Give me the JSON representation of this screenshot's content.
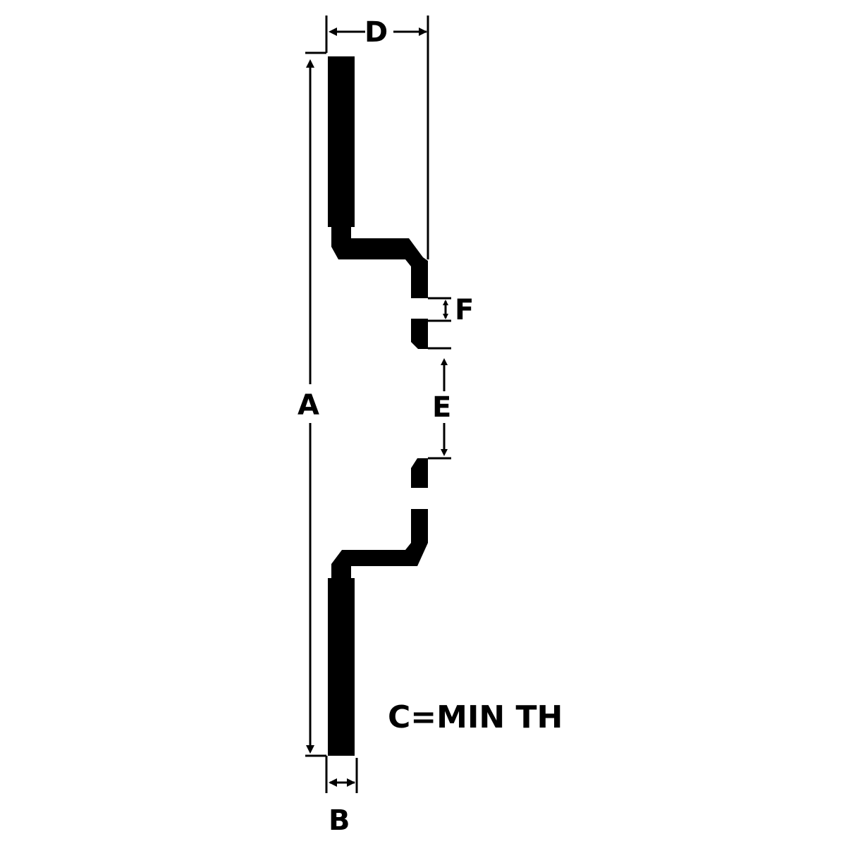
{
  "diagram": {
    "subject": "brake disc cross-section",
    "labels": {
      "a": "A",
      "b": "B",
      "d": "D",
      "e": "E",
      "f": "F",
      "note": "C=MIN TH"
    },
    "colors": {
      "ink": "#000000",
      "background": "#ffffff"
    }
  }
}
